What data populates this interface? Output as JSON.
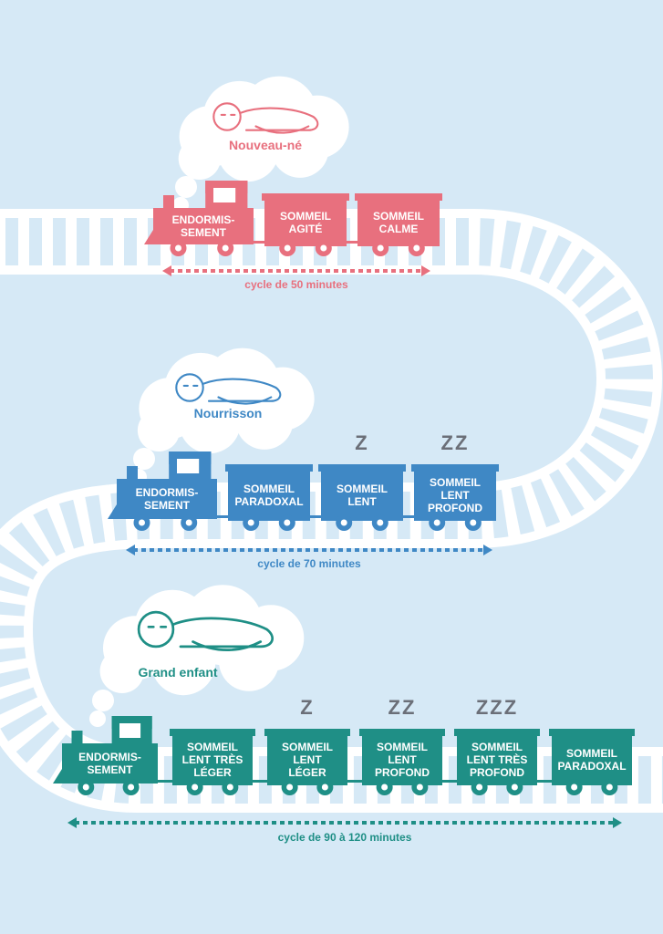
{
  "colors": {
    "background": "#d6e9f6",
    "track": "#ffffff",
    "cloud": "#ffffff",
    "newborn": "#e8707e",
    "infant": "#3f88c5",
    "child": "#1f8f86"
  },
  "trains": [
    {
      "id": "newborn",
      "label": "Nouveau-né",
      "figure": "sleeping-newborn-icon",
      "cars": [
        {
          "label": "ENDORMIS-\nSEMENT",
          "zzz": ""
        },
        {
          "label": "SOMMEIL\nAGITÉ",
          "zzz": ""
        },
        {
          "label": "SOMMEIL\nCALME",
          "zzz": ""
        }
      ],
      "cycle": "cycle de 50 minutes"
    },
    {
      "id": "infant",
      "label": "Nourrisson",
      "figure": "sleeping-infant-icon",
      "cars": [
        {
          "label": "ENDORMIS-\nSEMENT",
          "zzz": ""
        },
        {
          "label": "SOMMEIL\nPARADOXAL",
          "zzz": ""
        },
        {
          "label": "SOMMEIL\nLENT",
          "zzz": "Z"
        },
        {
          "label": "SOMMEIL\nLENT\nPROFOND",
          "zzz": "ZZ"
        }
      ],
      "cycle": "cycle de 70 minutes"
    },
    {
      "id": "child",
      "label": "Grand enfant",
      "figure": "sleeping-child-icon",
      "cars": [
        {
          "label": "ENDORMIS-\nSEMENT",
          "zzz": ""
        },
        {
          "label": "SOMMEIL\nLENT TRÈS\nLÉGER",
          "zzz": ""
        },
        {
          "label": "SOMMEIL\nLENT\nLÉGER",
          "zzz": "Z"
        },
        {
          "label": "SOMMEIL\nLENT\nPROFOND",
          "zzz": "ZZ"
        },
        {
          "label": "SOMMEIL\nLENT TRÈS\nPROFOND",
          "zzz": "ZZZ"
        },
        {
          "label": "SOMMEIL\nPARADOXAL",
          "zzz": ""
        }
      ],
      "cycle": "cycle de 90 à 120 minutes"
    }
  ]
}
